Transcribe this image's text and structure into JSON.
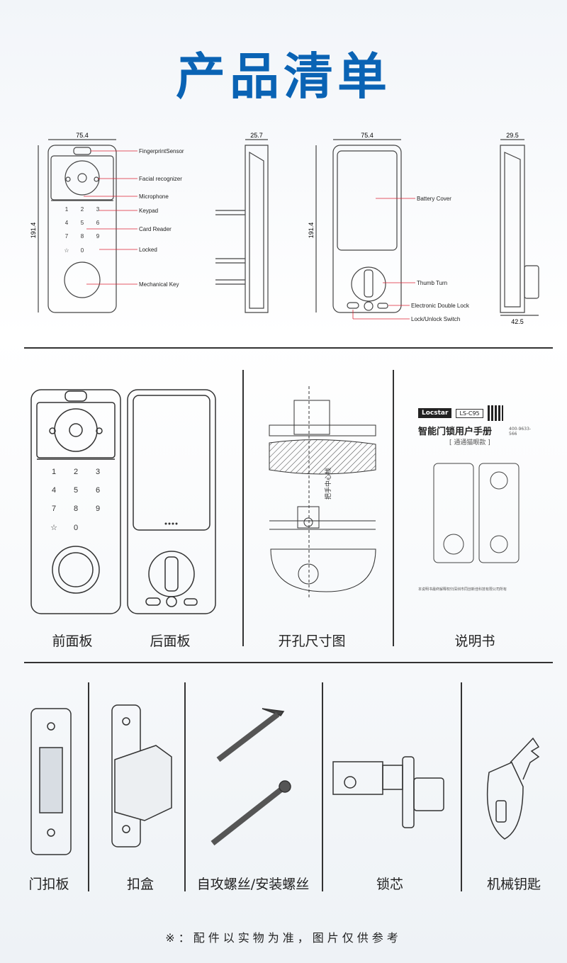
{
  "title": "产品清单",
  "diagram": {
    "dims": {
      "front_width": "75.4",
      "height": "191.4",
      "side_depth": "25.7",
      "back_width": "75.4",
      "back_height": "191.4",
      "right_depth": "29.5",
      "right_bottom": "42.5"
    },
    "front_labels": [
      "FingerprintSensor",
      "Facial recognizer",
      "Microphone",
      "Keypad",
      "Card Reader",
      "Locked",
      "Mechanical Key"
    ],
    "back_labels": [
      "Battery Cover",
      "Thumb Turn",
      "Electronic Double Lock",
      "Lock/Unlock Switch"
    ],
    "keypad": [
      "1",
      "2",
      "3",
      "4",
      "5",
      "6",
      "7",
      "8",
      "9",
      "☆",
      "0",
      ""
    ]
  },
  "row1": {
    "captions": [
      "前面板",
      "后面板",
      "开孔尺寸图",
      "说明书"
    ],
    "manual": {
      "brand": "Locstar",
      "model": "LS-C95",
      "title": "智能门锁用户手册",
      "subtitle": "[ 通通猫眼款 ]",
      "phone": "400-9633-566",
      "footer": "本说明书最终解释权归深圳市同创新佳科技有限公司所有"
    },
    "cutout_label": "把手中心线"
  },
  "row2": {
    "captions": [
      "门扣板",
      "扣盒",
      "自攻螺丝/安装螺丝",
      "锁芯",
      "机械钥匙"
    ]
  },
  "footer": "※：配件以实物为准，图片仅供参考"
}
